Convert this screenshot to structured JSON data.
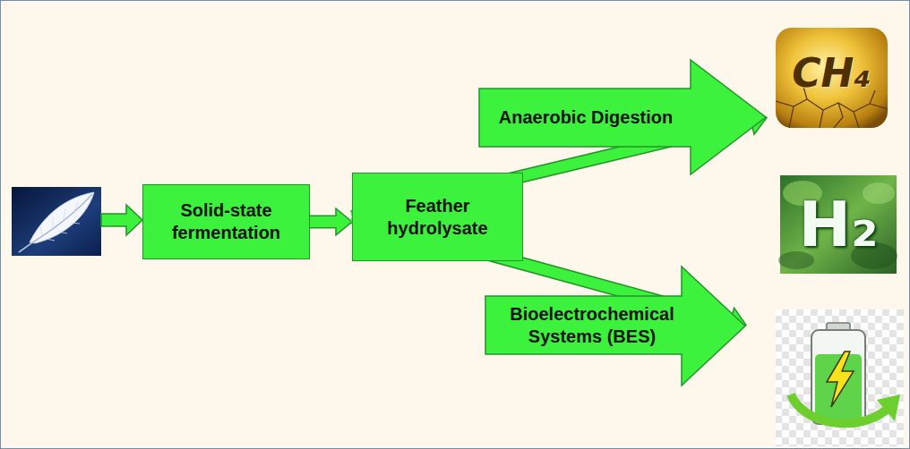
{
  "diagram": {
    "nodes": [
      {
        "text": [
          "Solid-state fermentation"
        ]
      },
      {
        "text": [
          "Feather hydrolysate"
        ]
      },
      {
        "text": [
          "Anaerobic Digestion"
        ]
      },
      {
        "text": [
          "Bioelectrochemical Systems (BES)"
        ]
      }
    ],
    "edges": [
      {
        "from": 0,
        "to": 1,
        "arrow": "to"
      },
      {
        "from": 1,
        "to": 2,
        "arrow": "to"
      },
      {
        "from": 1,
        "to": 3,
        "arrow": "to"
      }
    ],
    "labels": [
      "CH₄",
      "H₂"
    ]
  }
}
